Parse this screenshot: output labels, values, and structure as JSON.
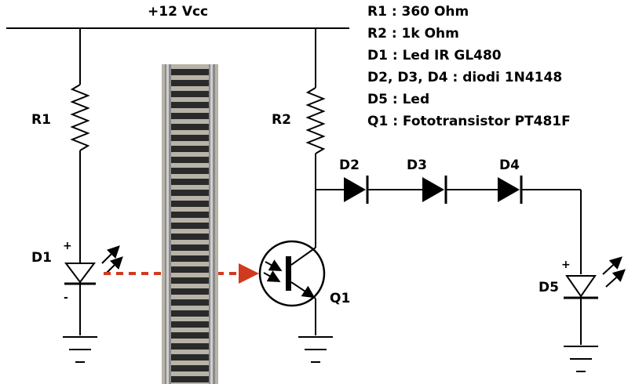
{
  "supply": {
    "label": "+12 Vcc"
  },
  "components": {
    "r1": "R1",
    "r2": "R2",
    "d1": "D1",
    "d2": "D2",
    "d3": "D3",
    "d4": "D4",
    "d5": "D5",
    "q1": "Q1",
    "plus": "+",
    "minus": "-"
  },
  "legend": [
    "R1 : 360 Ohm",
    "R2 : 1k Ohm",
    "D1 : Led IR GL480",
    "D2, D3, D4 : diodi 1N4148",
    "D5 : Led",
    "Q1 : Fototransistor PT481F"
  ],
  "colors": {
    "beam": "#d03a1e",
    "rail": "#8a8a8a",
    "tie": "#2a2a2a",
    "ground_bed": "#b8b3a8"
  },
  "icons": [
    "resistor-icon",
    "led-icon",
    "diode-icon",
    "phototransistor-icon",
    "ground-icon",
    "track-icon",
    "ir-beam-icon"
  ]
}
